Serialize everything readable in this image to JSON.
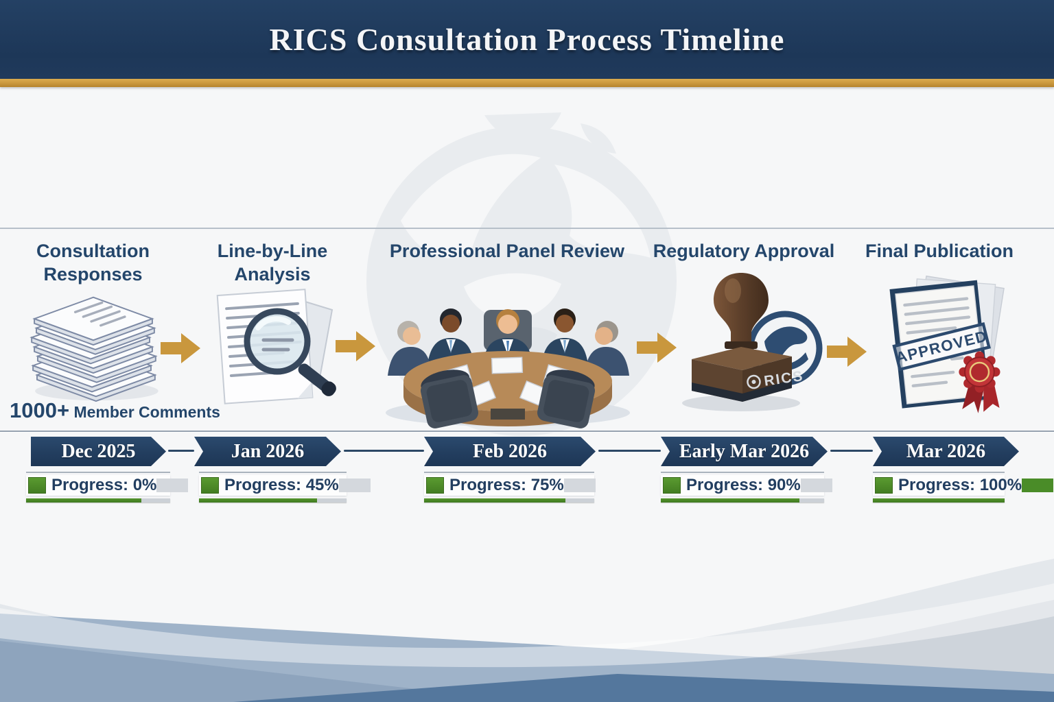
{
  "header": {
    "title": "RICS Consultation Process Timeline"
  },
  "colors": {
    "header_navy": "#1d3758",
    "gold": "#c9973d",
    "title_navy": "#24466b",
    "chevron_navy": "#223d5e",
    "progress_green": "#437d22",
    "tail_gray": "#d4d8dd",
    "wave_blue": "#9fb3c9",
    "approved_red": "#b02a2e"
  },
  "stages": [
    {
      "title": "Consultation Responses",
      "icon": "paper-stack-icon",
      "caption_strong": "1000+",
      "caption_rest": " Member Comments",
      "date": "Dec 2025",
      "progress_label": "Progress: 0%",
      "progress_percent": 0,
      "bar_fraction": 0.8,
      "tail_color": "#d4d8dd"
    },
    {
      "title": "Line-by-Line Analysis",
      "icon": "magnifier-document-icon",
      "date": "Jan 2026",
      "progress_label": "Progress: 45%",
      "progress_percent": 45,
      "bar_fraction": 0.8,
      "tail_color": "#d4d8dd"
    },
    {
      "title": "Professional Panel Review",
      "icon": "panel-meeting-icon",
      "date": "Feb 2026",
      "progress_label": "Progress: 75%",
      "progress_percent": 75,
      "bar_fraction": 0.83,
      "tail_color": "#d4d8dd"
    },
    {
      "title": "Regulatory Approval",
      "icon": "rics-stamp-icon",
      "stamp_text": "RICS",
      "date": "Early Mar 2026",
      "progress_label": "Progress: 90%",
      "progress_percent": 90,
      "bar_fraction": 0.85,
      "tail_color": "#d4d8dd"
    },
    {
      "title": "Final Publication",
      "icon": "approved-document-icon",
      "stamp_text": "APPROVED",
      "date": "Mar 2026",
      "progress_label": "Progress: 100%",
      "progress_percent": 100,
      "bar_fraction": 1.0,
      "tail_color": "#4a8c28"
    }
  ]
}
